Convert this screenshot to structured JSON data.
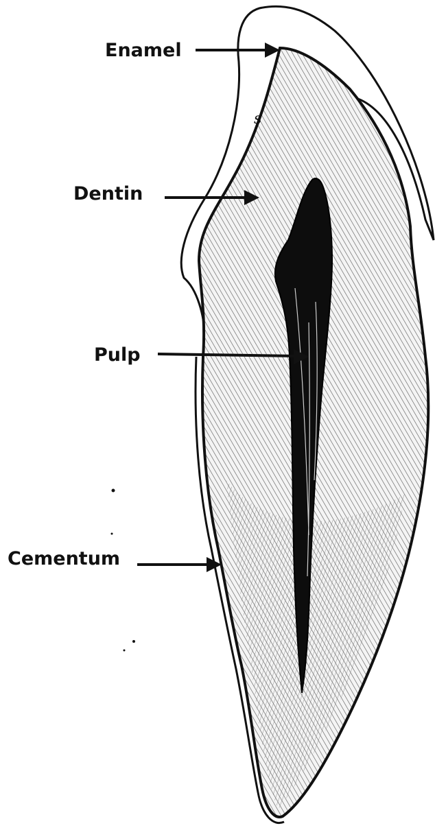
{
  "diagram": {
    "labels": {
      "enamel": "Enamel",
      "dentin": "Dentin",
      "pulp": "Pulp",
      "cementum": "Cementum",
      "s_mark": "s"
    }
  },
  "colors": {
    "ink": "#111111",
    "background": "#ffffff",
    "tissue": "#eeeeee"
  }
}
